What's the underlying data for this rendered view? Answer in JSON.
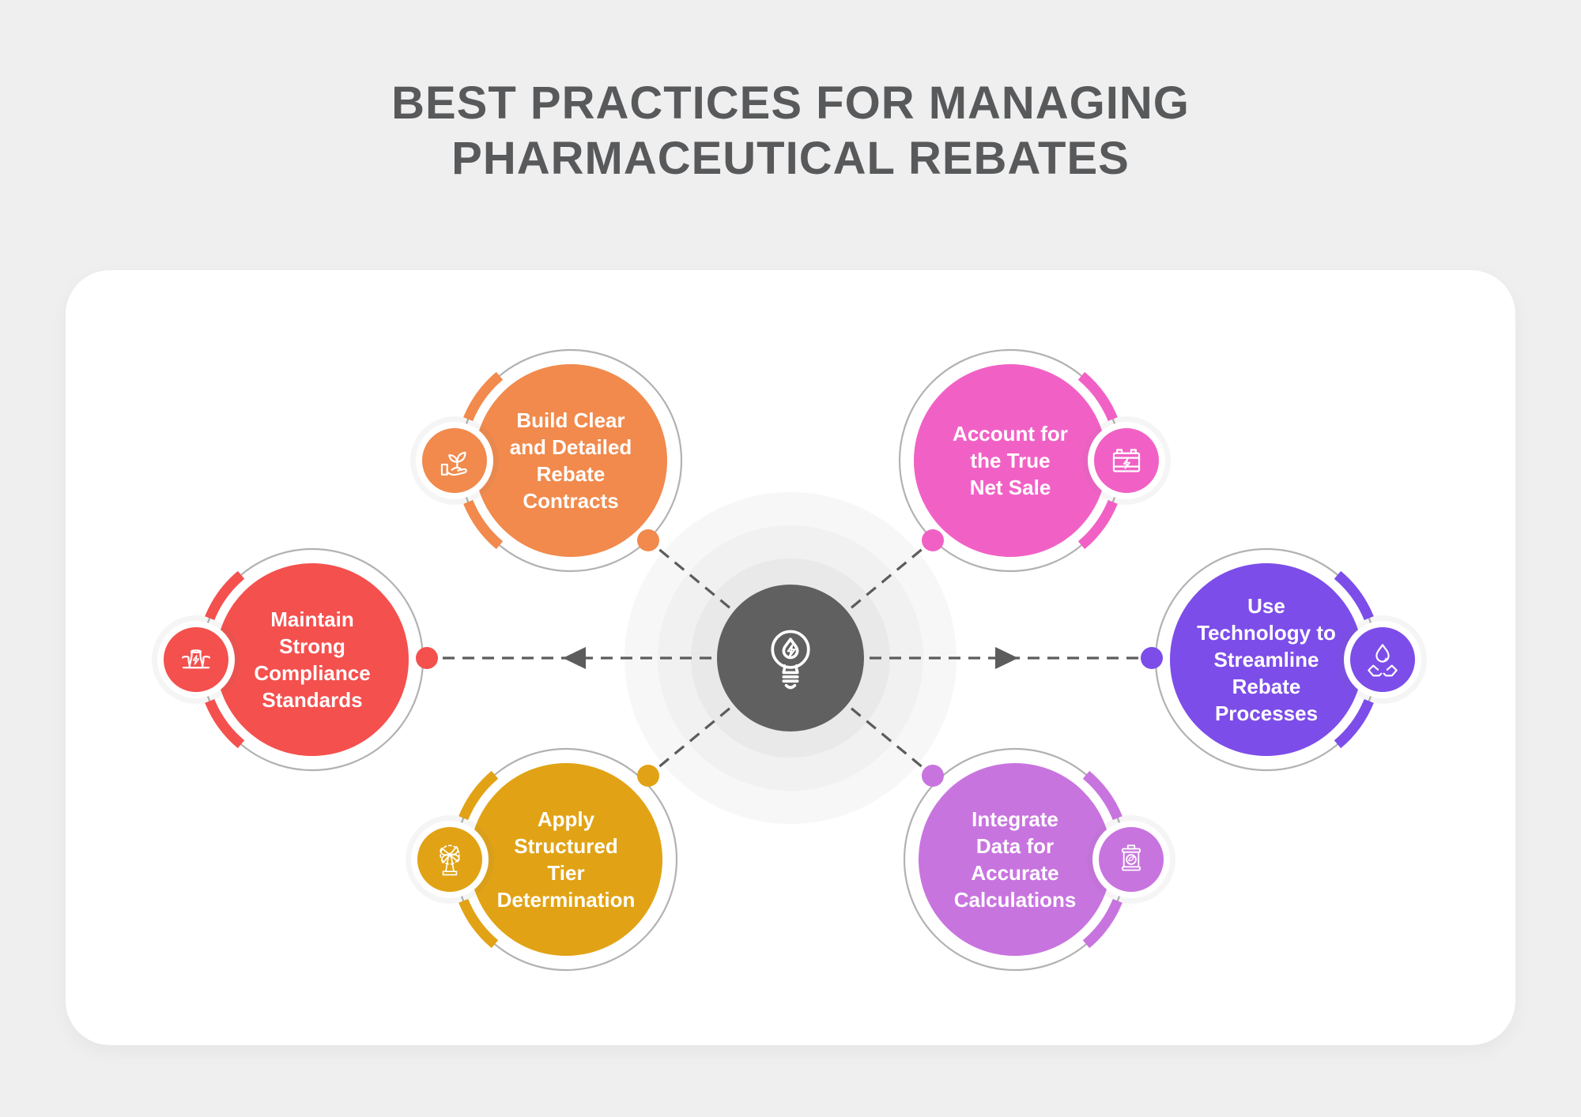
{
  "title": {
    "line1": "BEST PRACTICES FOR MANAGING",
    "line2": "PHARMACEUTICAL REBATES"
  },
  "center": {
    "icon": "lightbulb-energy-icon",
    "color": "#606060"
  },
  "colors": {
    "bg": "#EFEFEF",
    "card": "#FFFFFF",
    "title": "#58595B",
    "hub": "#606060",
    "line": "#5C5C5C",
    "ring": "#B2B2B2"
  },
  "nodes": [
    {
      "id": "build-contracts",
      "label": "Build Clear\nand Detailed\nRebate\nContracts",
      "color": "#F18A4C",
      "icon": "seedling-hand-icon",
      "icon_side": "left"
    },
    {
      "id": "true-net-sale",
      "label": "Account for\nthe True\nNet Sale",
      "color": "#F161C5",
      "icon": "battery-icon",
      "icon_side": "right"
    },
    {
      "id": "compliance",
      "label": "Maintain\nStrong\nCompliance\nStandards",
      "color": "#F4504E",
      "icon": "power-plant-icon",
      "icon_side": "left"
    },
    {
      "id": "technology",
      "label": "Use\nTechnology to\nStreamline\nRebate\nProcesses",
      "color": "#7C4DE9",
      "icon": "water-hands-icon",
      "icon_side": "right"
    },
    {
      "id": "tier-determination",
      "label": "Apply\nStructured\nTier\nDetermination",
      "color": "#E1A315",
      "icon": "windmill-icon",
      "icon_side": "left"
    },
    {
      "id": "integrate-data",
      "label": "Integrate\nData for\nAccurate\nCalculations",
      "color": "#C874DF",
      "icon": "barrel-leaf-icon",
      "icon_side": "right"
    }
  ]
}
